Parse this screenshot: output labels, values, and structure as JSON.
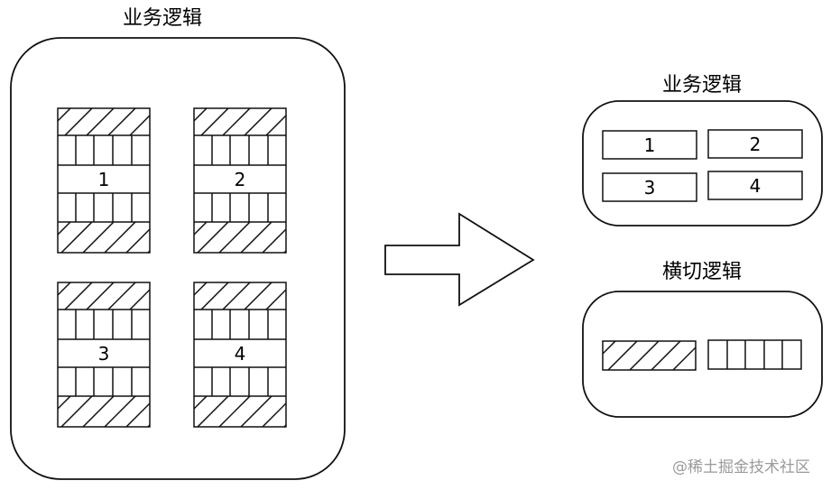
{
  "left_group": {
    "title": "业务逻辑"
  },
  "modules": [
    {
      "label": "1"
    },
    {
      "label": "2"
    },
    {
      "label": "3"
    },
    {
      "label": "4"
    }
  ],
  "arrow": {
    "icon": "right-arrow-icon"
  },
  "right_top_group": {
    "title": "业务逻辑",
    "boxes": [
      {
        "label": "1"
      },
      {
        "label": "2"
      },
      {
        "label": "3"
      },
      {
        "label": "4"
      }
    ]
  },
  "right_bottom_group": {
    "title": "横切逻辑",
    "items": [
      {
        "pattern": "diagonal-hatch-icon"
      },
      {
        "pattern": "vertical-stripes-icon"
      }
    ]
  },
  "watermark": "@稀土掘金技术社区",
  "colors": {
    "stroke": "#111111",
    "background": "#ffffff",
    "watermark": "#9a9a9a"
  }
}
